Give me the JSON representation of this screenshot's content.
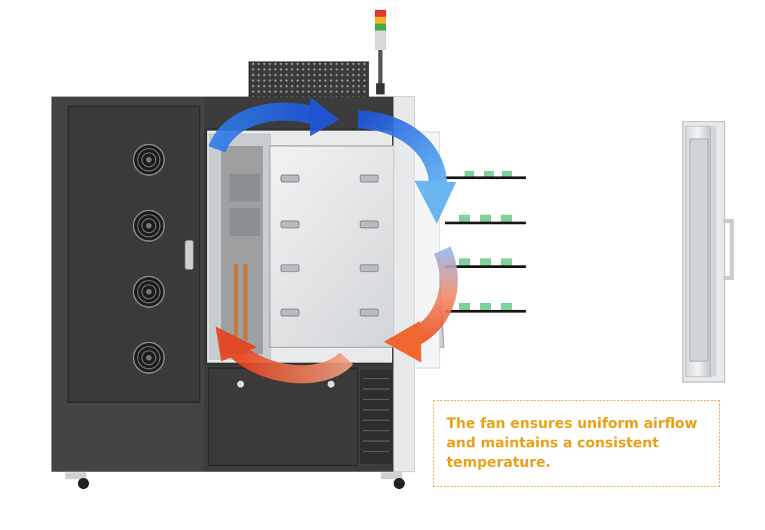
{
  "caption": {
    "text": "The fan ensures uniform airflow and maintains a consistent temperature."
  },
  "colors": {
    "cabinet": "#434343",
    "cabinet_dark": "#2e2e2e",
    "tray_plate": "#e3e5e7",
    "airflow_cool": "#1f5fe0",
    "airflow_warm": "#ef5a1c",
    "caption_text": "#eaa21b",
    "caption_border": "#e6b04a",
    "tower_light": [
      "#e23a2b",
      "#f6b32a",
      "#3fae49"
    ]
  },
  "objects": {
    "fans": [
      "fan-icon",
      "fan-icon",
      "fan-icon",
      "fan-icon"
    ],
    "tray_rows": 4,
    "airflow_arrows": [
      "cool-arrow",
      "cool-arrow",
      "warm-arrow",
      "warm-arrow"
    ]
  }
}
